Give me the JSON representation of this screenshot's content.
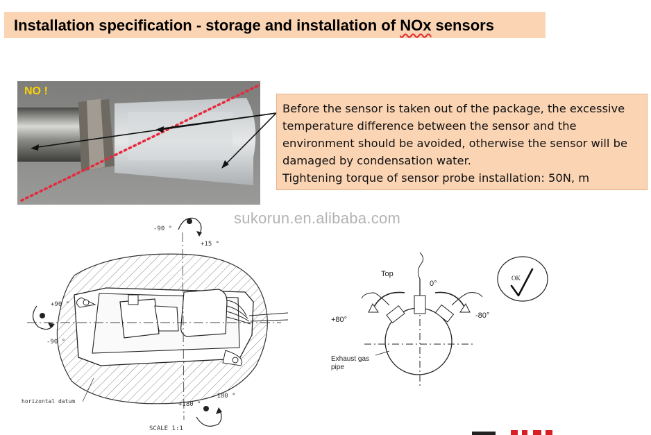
{
  "title": {
    "prefix": "Installation specification - storage and installation of ",
    "highlight": "NOx",
    "suffix": " sensors"
  },
  "photo": {
    "badge": "NO !"
  },
  "callout": {
    "paragraph": "Before the sensor is taken out of the package, the excessive temperature difference between the sensor and the environment should be avoided, otherwise the sensor will be damaged by condensation water.",
    "torque": "Tightening torque of sensor probe installation: 50N, m"
  },
  "watermark": "sukorun.en.alibaba.com",
  "drawing_left": {
    "angle_top_left": "-90 °",
    "angle_top_right": "+15 °",
    "angle_left_top": "+90 °",
    "angle_left_bottom": "-90 °",
    "angle_bottom_right": "-180 °",
    "angle_bottom_left": "+180 °",
    "datum_label": "horizontal datum",
    "scale_label": "SCALE 1:1"
  },
  "drawing_right": {
    "top_label": "Top",
    "zero_label": "0°",
    "plus80_label": "+80°",
    "minus80_label": "-80°",
    "pipe_label_line1": "Exhaust gas",
    "pipe_label_line2": "pipe",
    "ok_label": "OK"
  },
  "colors": {
    "title_bg": "#fbd4b4",
    "callout_bg": "#fbd4b4",
    "no_badge": "#ffd400",
    "dotted_line": "#e8283c"
  }
}
